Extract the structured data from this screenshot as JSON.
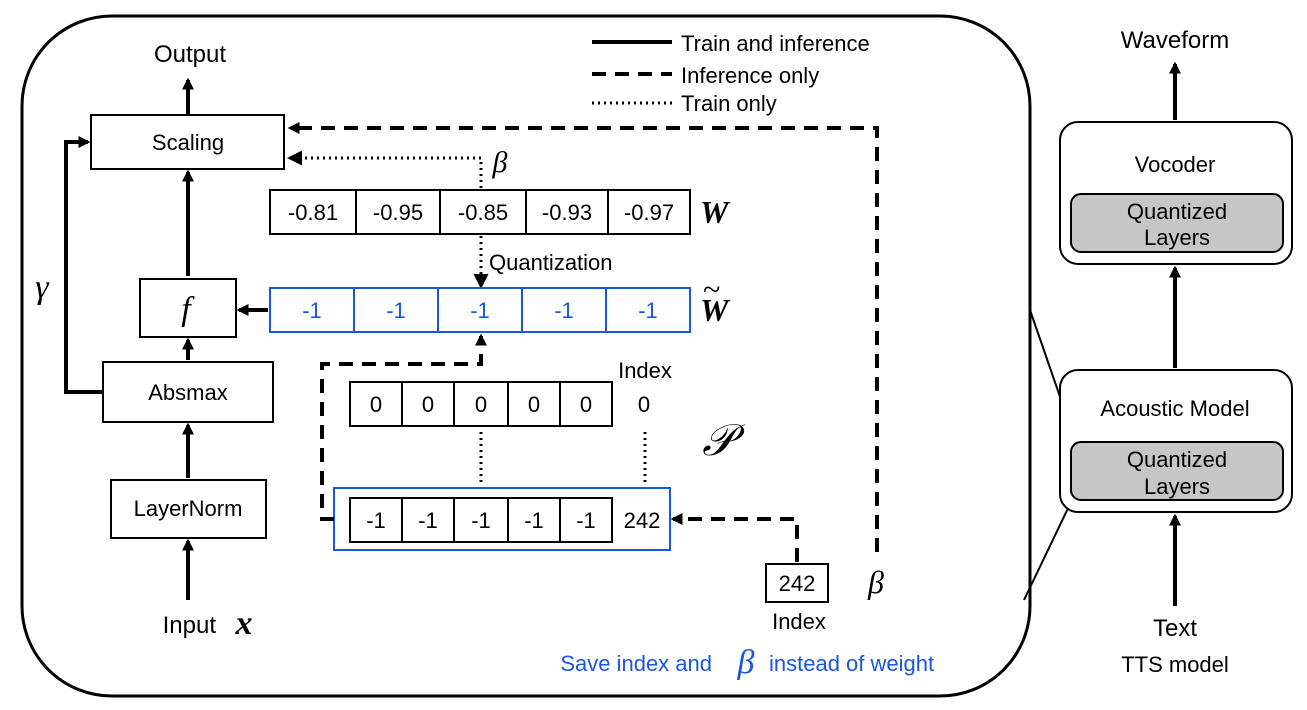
{
  "legend": {
    "train_and_inference": "Train and inference",
    "inference_only": "Inference only",
    "train_only": "Train only"
  },
  "main": {
    "output": "Output",
    "input": "Input",
    "input_symbol": "x",
    "scaling": "Scaling",
    "f": "f",
    "absmax": "Absmax",
    "layernorm": "LayerNorm",
    "gamma": "γ",
    "beta": "β",
    "weights": [
      "-0.81",
      "-0.95",
      "-0.85",
      "-0.93",
      "-0.97"
    ],
    "weight_symbol": "W",
    "quantization": "Quantization",
    "quantized_weights": [
      "-1",
      "-1",
      "-1",
      "-1",
      "-1"
    ],
    "quantized_symbol": "W",
    "tilde": "~",
    "index_label": "Index",
    "codebook_first_row": [
      "0",
      "0",
      "0",
      "0",
      "0"
    ],
    "codebook_first_index": "0",
    "codebook_symbol": "𝒫",
    "codebook_last_row": [
      "-1",
      "-1",
      "-1",
      "-1",
      "-1"
    ],
    "codebook_last_index": "242",
    "saved_index": "242",
    "saved_index_label": "Index",
    "save_note_before": "Save index and",
    "save_note_after": "instead of weight"
  },
  "tts": {
    "waveform": "Waveform",
    "vocoder": "Vocoder",
    "acoustic_model": "Acoustic Model",
    "quantized_layers_line1": "Quantized",
    "quantized_layers_line2": "Layers",
    "text": "Text",
    "tts_model": "TTS model"
  }
}
